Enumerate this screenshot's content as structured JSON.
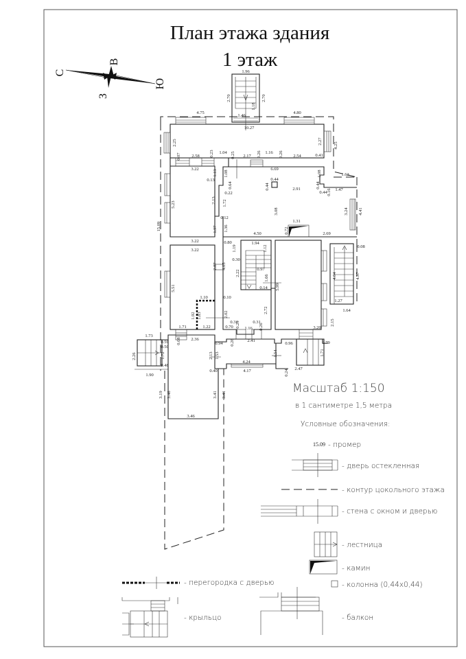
{
  "title": {
    "line1": "План этажа здания",
    "line2": "1 этаж"
  },
  "compass": {
    "north": "С",
    "east": "В",
    "south": "Ю",
    "west": "З"
  },
  "scale": {
    "label": "Масштаб 1:150",
    "note": "в 1 сантиметре 1,5 метра"
  },
  "legend": {
    "heading": "Условные обозначения:",
    "sample_dim": "15.09",
    "items": [
      "- промер",
      "- дверь остекленная",
      "- контур цокольного этажа",
      "- стена с окном и дверью",
      "- лестница",
      "- камин",
      "- колонна (0,44х0,44)",
      "- перегородка с дверью",
      "- крыльцо",
      "- балкон"
    ]
  },
  "plan": {
    "dims": [
      "1.96",
      "2.70",
      "2.70",
      "1.18",
      "1.46",
      "4.75",
      "4.80",
      "10.27",
      "2.25",
      "2.27",
      "4.25",
      "0.07",
      "2.58",
      "0.23",
      "1.04",
      "0.25",
      "2.17",
      "0.26",
      "1.16",
      "0.26",
      "2.54",
      "0.41",
      "3.22",
      "6.69",
      "1.08",
      "1.13",
      "0.13",
      "0.44",
      "0.44",
      "0.64",
      "0.22",
      "1.08",
      "0.44",
      "0.44",
      "0.16",
      "1.47",
      "1.63",
      "2.91",
      "5.23",
      "2.13",
      "1.72",
      "3.08",
      "3.24",
      "4.41",
      "15.09",
      "0.12",
      "1.31",
      "0.72",
      "1.97",
      "1.36",
      "4.50",
      "2.69",
      "3.22",
      "3.22",
      "0.80",
      "1.94",
      "1.12",
      "1.19",
      "0.30",
      "0.97",
      "2.22",
      "2.87",
      "4.05",
      "1.66",
      "0.14",
      "5.99",
      "4.04",
      "4.37",
      "0.08",
      "5.51",
      "0.10",
      "1.10",
      "1.92",
      "1.83",
      "2.02",
      "2.72",
      "1.27",
      "1.64",
      "1.22",
      "1.71",
      "0.31",
      "0.25",
      "0.31",
      "0.70",
      "1.16",
      "0.26",
      "3.20",
      "2.15",
      "1.73",
      "0.59",
      "0.08",
      "2.36",
      "0.50",
      "2.26",
      "1.72",
      "0.48",
      "1.90",
      "0.94",
      "0.26",
      "2.41",
      "0.96",
      "0.79",
      "2.13",
      "1.53",
      "1.54",
      "1.71",
      "4.24",
      "0.40",
      "4.17",
      "0.24",
      "2.47",
      "3.19",
      "3.46",
      "3.41",
      "3.41",
      "3.46"
    ]
  }
}
